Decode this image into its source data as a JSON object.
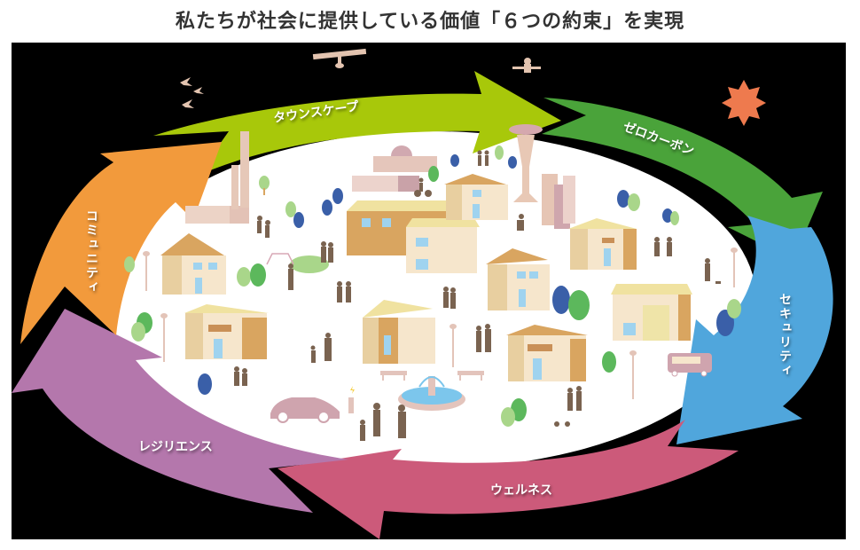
{
  "title": "私たちが社会に提供している価値「６つの約束」を実現",
  "colors": {
    "background": "#000000",
    "townscape": "#a8c80a",
    "zero_carbon": "#4aa33a",
    "security": "#50a6dc",
    "wellness": "#cc5a7a",
    "resilience": "#b477ac",
    "community": "#f29a3c",
    "center": "#ffffff",
    "silhouette": "#7a6350",
    "house_light": "#f6e6cc",
    "house_mid": "#e8cfa0",
    "house_dark": "#d9a560",
    "window": "#9fd3ef",
    "tree_green": "#5cb85c",
    "tree_light": "#a9d68a",
    "tree_blue": "#3a5fa8",
    "pink_building": "#e2c1c1",
    "sun": "#ee7a4e"
  },
  "cycle": {
    "arrows": [
      {
        "id": "townscape",
        "label": "タウンスケープ"
      },
      {
        "id": "zero_carbon",
        "label": "ゼロカーボン"
      },
      {
        "id": "security",
        "label": "セキュリティ"
      },
      {
        "id": "wellness",
        "label": "ウェルネス"
      },
      {
        "id": "resilience",
        "label": "レジリエンス"
      },
      {
        "id": "community",
        "label": "コミュニティ"
      }
    ]
  },
  "illustration": {
    "sky_items": [
      "birds",
      "satellite",
      "drone",
      "sun"
    ],
    "town_items": [
      "houses",
      "trees",
      "street-lamps",
      "tower",
      "high-rise-buildings",
      "school",
      "playground",
      "fountain",
      "benches",
      "electric-car-charging",
      "bus",
      "people-silhouettes",
      "cyclist",
      "dog-walker"
    ]
  }
}
